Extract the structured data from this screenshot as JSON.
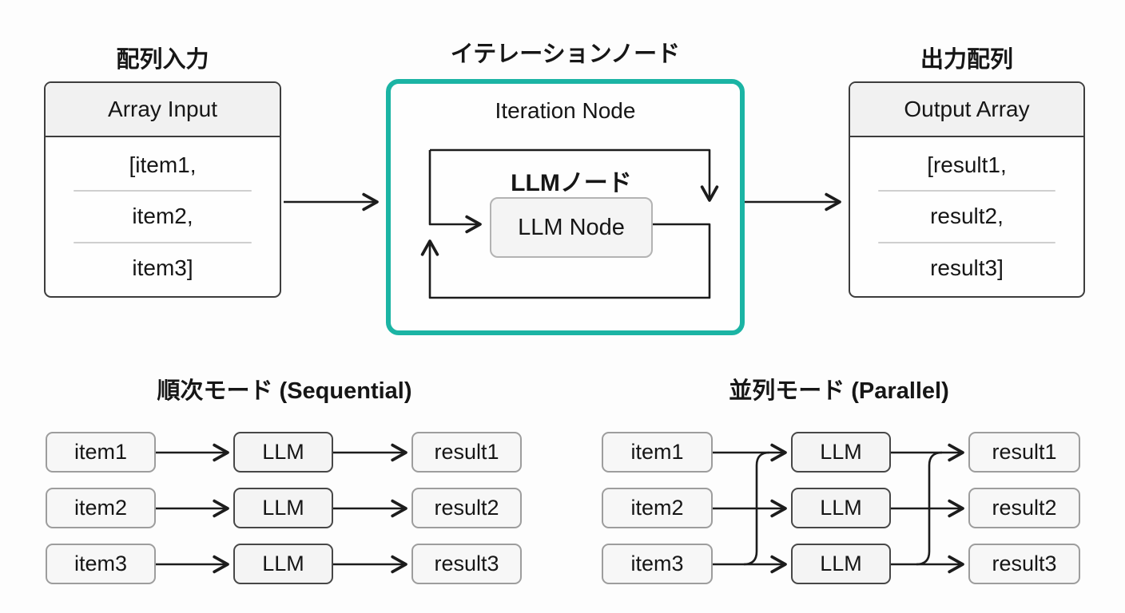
{
  "colors": {
    "accent_teal": "#1bb4a4",
    "line": "#1c1c1c"
  },
  "flow": {
    "input": {
      "title_jp": "配列入力",
      "header": "Array Input",
      "items": [
        "[item1,",
        "item2,",
        "item3]"
      ]
    },
    "iteration": {
      "title_jp": "イテレーションノード",
      "header": "Iteration Node",
      "inner_title_jp": "LLMノード",
      "inner_node_label": "LLM Node"
    },
    "output": {
      "title_jp": "出力配列",
      "header": "Output Array",
      "items": [
        "[result1,",
        "result2,",
        "result3]"
      ]
    }
  },
  "modes": {
    "sequential": {
      "title_jp": "順次モード (Sequential)",
      "rows": [
        {
          "input": "item1",
          "node": "LLM",
          "output": "result1"
        },
        {
          "input": "item2",
          "node": "LLM",
          "output": "result2"
        },
        {
          "input": "item3",
          "node": "LLM",
          "output": "result3"
        }
      ]
    },
    "parallel": {
      "title_jp": "並列モード (Parallel)",
      "rows": [
        {
          "input": "item1",
          "node": "LLM",
          "output": "result1"
        },
        {
          "input": "item2",
          "node": "LLM",
          "output": "result2"
        },
        {
          "input": "item3",
          "node": "LLM",
          "output": "result3"
        }
      ]
    }
  }
}
